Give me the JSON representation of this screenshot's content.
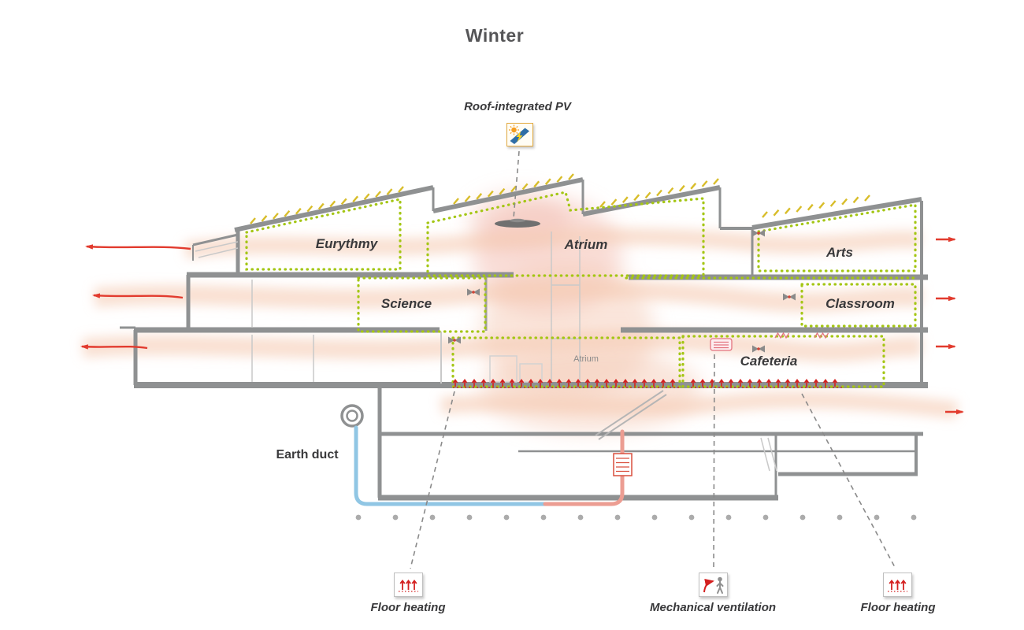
{
  "title": "Winter",
  "rooms": {
    "eurythmy": "Eurythmy",
    "atrium": "Atrium",
    "arts": "Arts",
    "science": "Science",
    "classroom": "Classroom",
    "cafeteria": "Cafeteria",
    "atrium_core": "Atrium"
  },
  "annotations": {
    "roof_pv": "Roof-integrated PV",
    "earth_duct": "Earth duct",
    "floor_heating_left": "Floor heating",
    "mechanical_ventilation": "Mechanical ventilation",
    "floor_heating_right": "Floor heating"
  },
  "icons": {
    "roof_pv": "solar-pv-icon",
    "floor_heating_left": "floor-heating-icon",
    "mechanical_ventilation": "mechanical-ventilation-icon",
    "floor_heating_right": "floor-heating-icon",
    "atrium_fan": "ceiling-fan-icon",
    "earth_duct": "earth-duct-pipe-icon"
  },
  "colors": {
    "zone_outline_green": "#a4c614",
    "airflow_wash": "#f5cbb4",
    "airflow_core_pink": "#f4c3b8",
    "arrow_red": "#e23b2e",
    "heating_red": "#d42020",
    "structure_gray": "#8f9192",
    "duct_supply_blue": "#90c6e4",
    "duct_return_red": "#ec9d92",
    "solar_tick_yellow": "#d8bd2a"
  }
}
